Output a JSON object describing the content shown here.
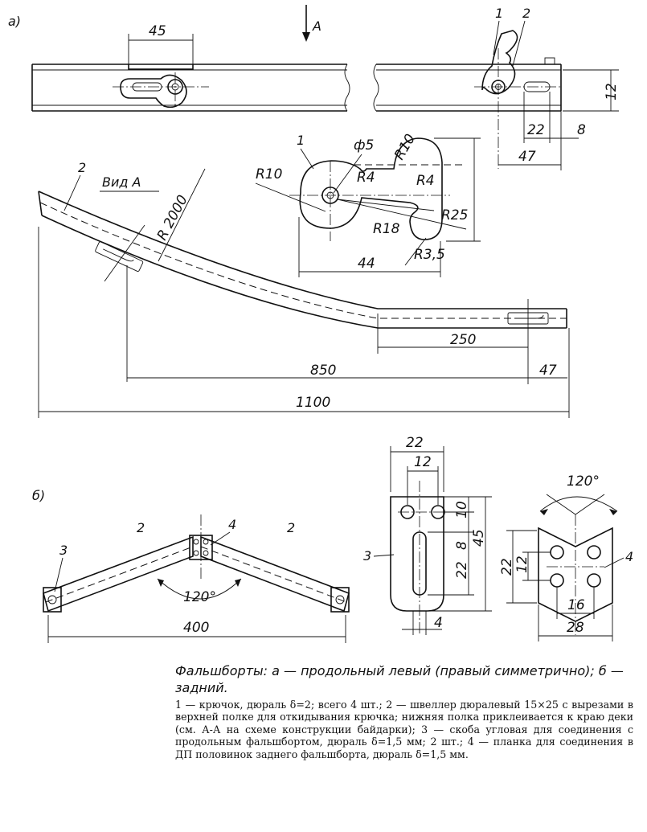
{
  "panels": {
    "a": "а)",
    "b": "б)"
  },
  "view_a": {
    "arrow_label": "A",
    "view_title": "Вид А"
  },
  "dims_a": {
    "d45": "45",
    "d12": "12",
    "d22": "22",
    "d8": "8",
    "d47_top": "47",
    "phi5": "ф5",
    "r10_top": "R10",
    "r10_left": "R10",
    "r4_a": "R4",
    "r4_b": "R4",
    "r25": "R25",
    "r18": "R18",
    "r35": "R3,5",
    "d44": "44",
    "r2000": "R 2000",
    "d250": "250",
    "d850": "850",
    "d47_bottom": "47",
    "d1100": "1100"
  },
  "parts": {
    "p1": "1",
    "p2": "2",
    "p3": "3",
    "p4": "4"
  },
  "dims_b": {
    "d400": "400",
    "a120": "120°",
    "b22_top": "22",
    "b12_top": "12",
    "b10": "10",
    "b8": "8",
    "b45": "45",
    "b22_side": "22",
    "b4": "4",
    "c120": "120°",
    "c22": "22",
    "c12": "12",
    "c16": "16",
    "c28": "28"
  },
  "caption": {
    "title": "Фальшборты: а — продольный левый (правый симметрично); б — задний.",
    "body": "1 — крючок, дюраль δ=2; всего 4 шт.; 2 — швеллер дюралевый 15×25 с вырезами в верхней полке для откидывания крючка; нижняя полка приклеивается к краю деки (см. А-А на схеме конструкции байдарки); 3 — скоба угловая для соединения с продольным фальшбортом, дюраль δ=1,5 мм; 2 шт.; 4 — планка для соединения в ДП половинок заднего фальшборта, дюраль δ=1,5 мм."
  }
}
